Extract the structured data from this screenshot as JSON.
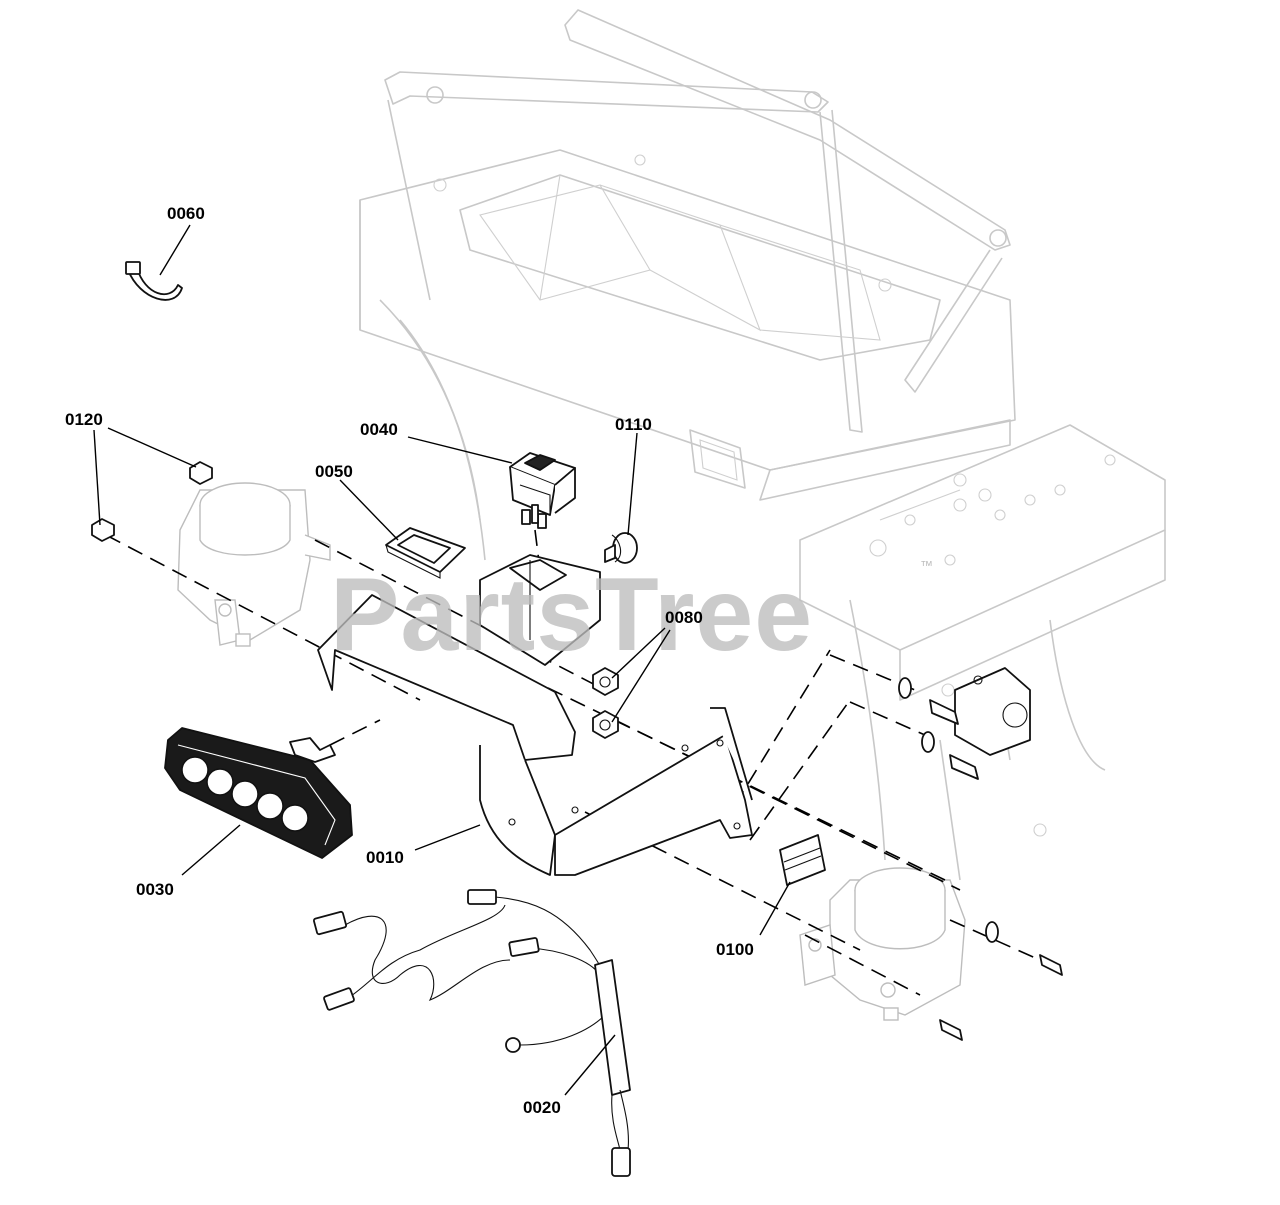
{
  "watermark": {
    "text": "PartsTree",
    "trademark": "™"
  },
  "callouts": {
    "c0010": "0010",
    "c0020": "0020",
    "c0030": "0030",
    "c0040": "0040",
    "c0050": "0050",
    "c0060": "0060",
    "c0080": "0080",
    "c0100": "0100",
    "c0110": "0110",
    "c0120": "0120"
  }
}
